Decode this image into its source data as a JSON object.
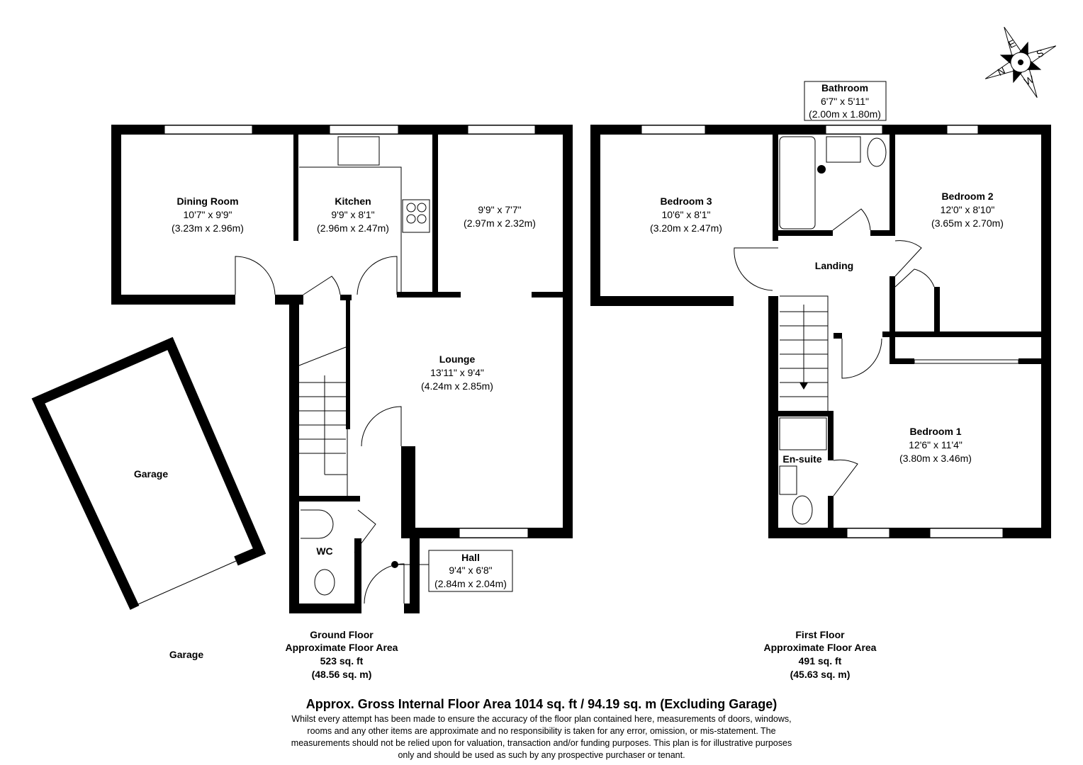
{
  "ground_floor": {
    "rooms": [
      {
        "name": "Dining Room",
        "imperial": "10'7\" x 9'9\"",
        "metric": "(3.23m x 2.96m)"
      },
      {
        "name": "Kitchen",
        "imperial": "9'9\" x 8'1\"",
        "metric": "(2.96m x 2.47m)"
      },
      {
        "name": "",
        "imperial": "9'9\" x 7'7\"",
        "metric": "(2.97m x 2.32m)"
      },
      {
        "name": "Lounge",
        "imperial": "13'11\" x 9'4\"",
        "metric": "(4.24m x 2.85m)"
      },
      {
        "name": "Hall",
        "imperial": "9'4\" x 6'8\"",
        "metric": "(2.84m x 2.04m)"
      },
      {
        "name": "WC"
      },
      {
        "name": "Garage"
      }
    ],
    "summary": [
      "Ground Floor",
      "Approximate Floor Area",
      "523 sq. ft",
      "(48.56 sq. m)"
    ]
  },
  "garage_caption": "Garage",
  "first_floor": {
    "rooms": [
      {
        "name": "Bathroom",
        "imperial": "6'7\" x 5'11\"",
        "metric": "(2.00m x 1.80m)"
      },
      {
        "name": "Bedroom 3",
        "imperial": "10'6\" x 8'1\"",
        "metric": "(3.20m x 2.47m)"
      },
      {
        "name": "Bedroom 2",
        "imperial": "12'0\" x 8'10\"",
        "metric": "(3.65m x 2.70m)"
      },
      {
        "name": "Landing"
      },
      {
        "name": "Bedroom 1",
        "imperial": "12'6\" x 11'4\"",
        "metric": "(3.80m x 3.46m)"
      },
      {
        "name": "En-suite"
      }
    ],
    "summary": [
      "First Floor",
      "Approximate Floor Area",
      "491 sq. ft",
      "(45.63 sq. m)"
    ]
  },
  "compass": {
    "icon": "compass-rose-icon",
    "letters": [
      "N",
      "E",
      "S",
      "W"
    ]
  },
  "footer": {
    "headline": "Approx. Gross Internal Floor Area 1014 sq. ft / 94.19 sq. m (Excluding Garage)",
    "disclaimer": [
      "Whilst every attempt has been made to ensure the accuracy of the floor plan contained here, measurements of doors, windows,",
      "rooms and any other items are approximate and no responsibility is taken for any error, omission, or mis-statement. The",
      "measurements should not be relied upon for valuation, transaction and/or funding purposes. This plan is for illustrative purposes",
      "only and should be used as such by any prospective purchaser or tenant."
    ]
  }
}
